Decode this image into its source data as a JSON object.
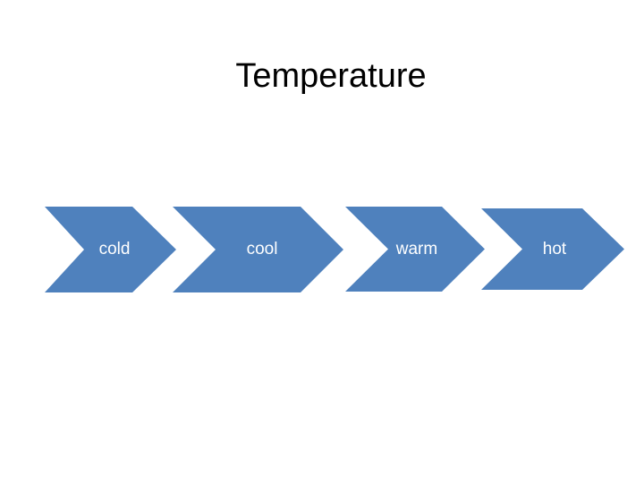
{
  "slide": {
    "title": "Temperature"
  },
  "colors": {
    "chevron_fill": "#4f81bd",
    "label_text": "#ffffff",
    "title_text": "#000000",
    "background": "#ffffff"
  },
  "process": {
    "steps": [
      {
        "label": "cold"
      },
      {
        "label": "cool"
      },
      {
        "label": "warm"
      },
      {
        "label": "hot"
      }
    ]
  }
}
